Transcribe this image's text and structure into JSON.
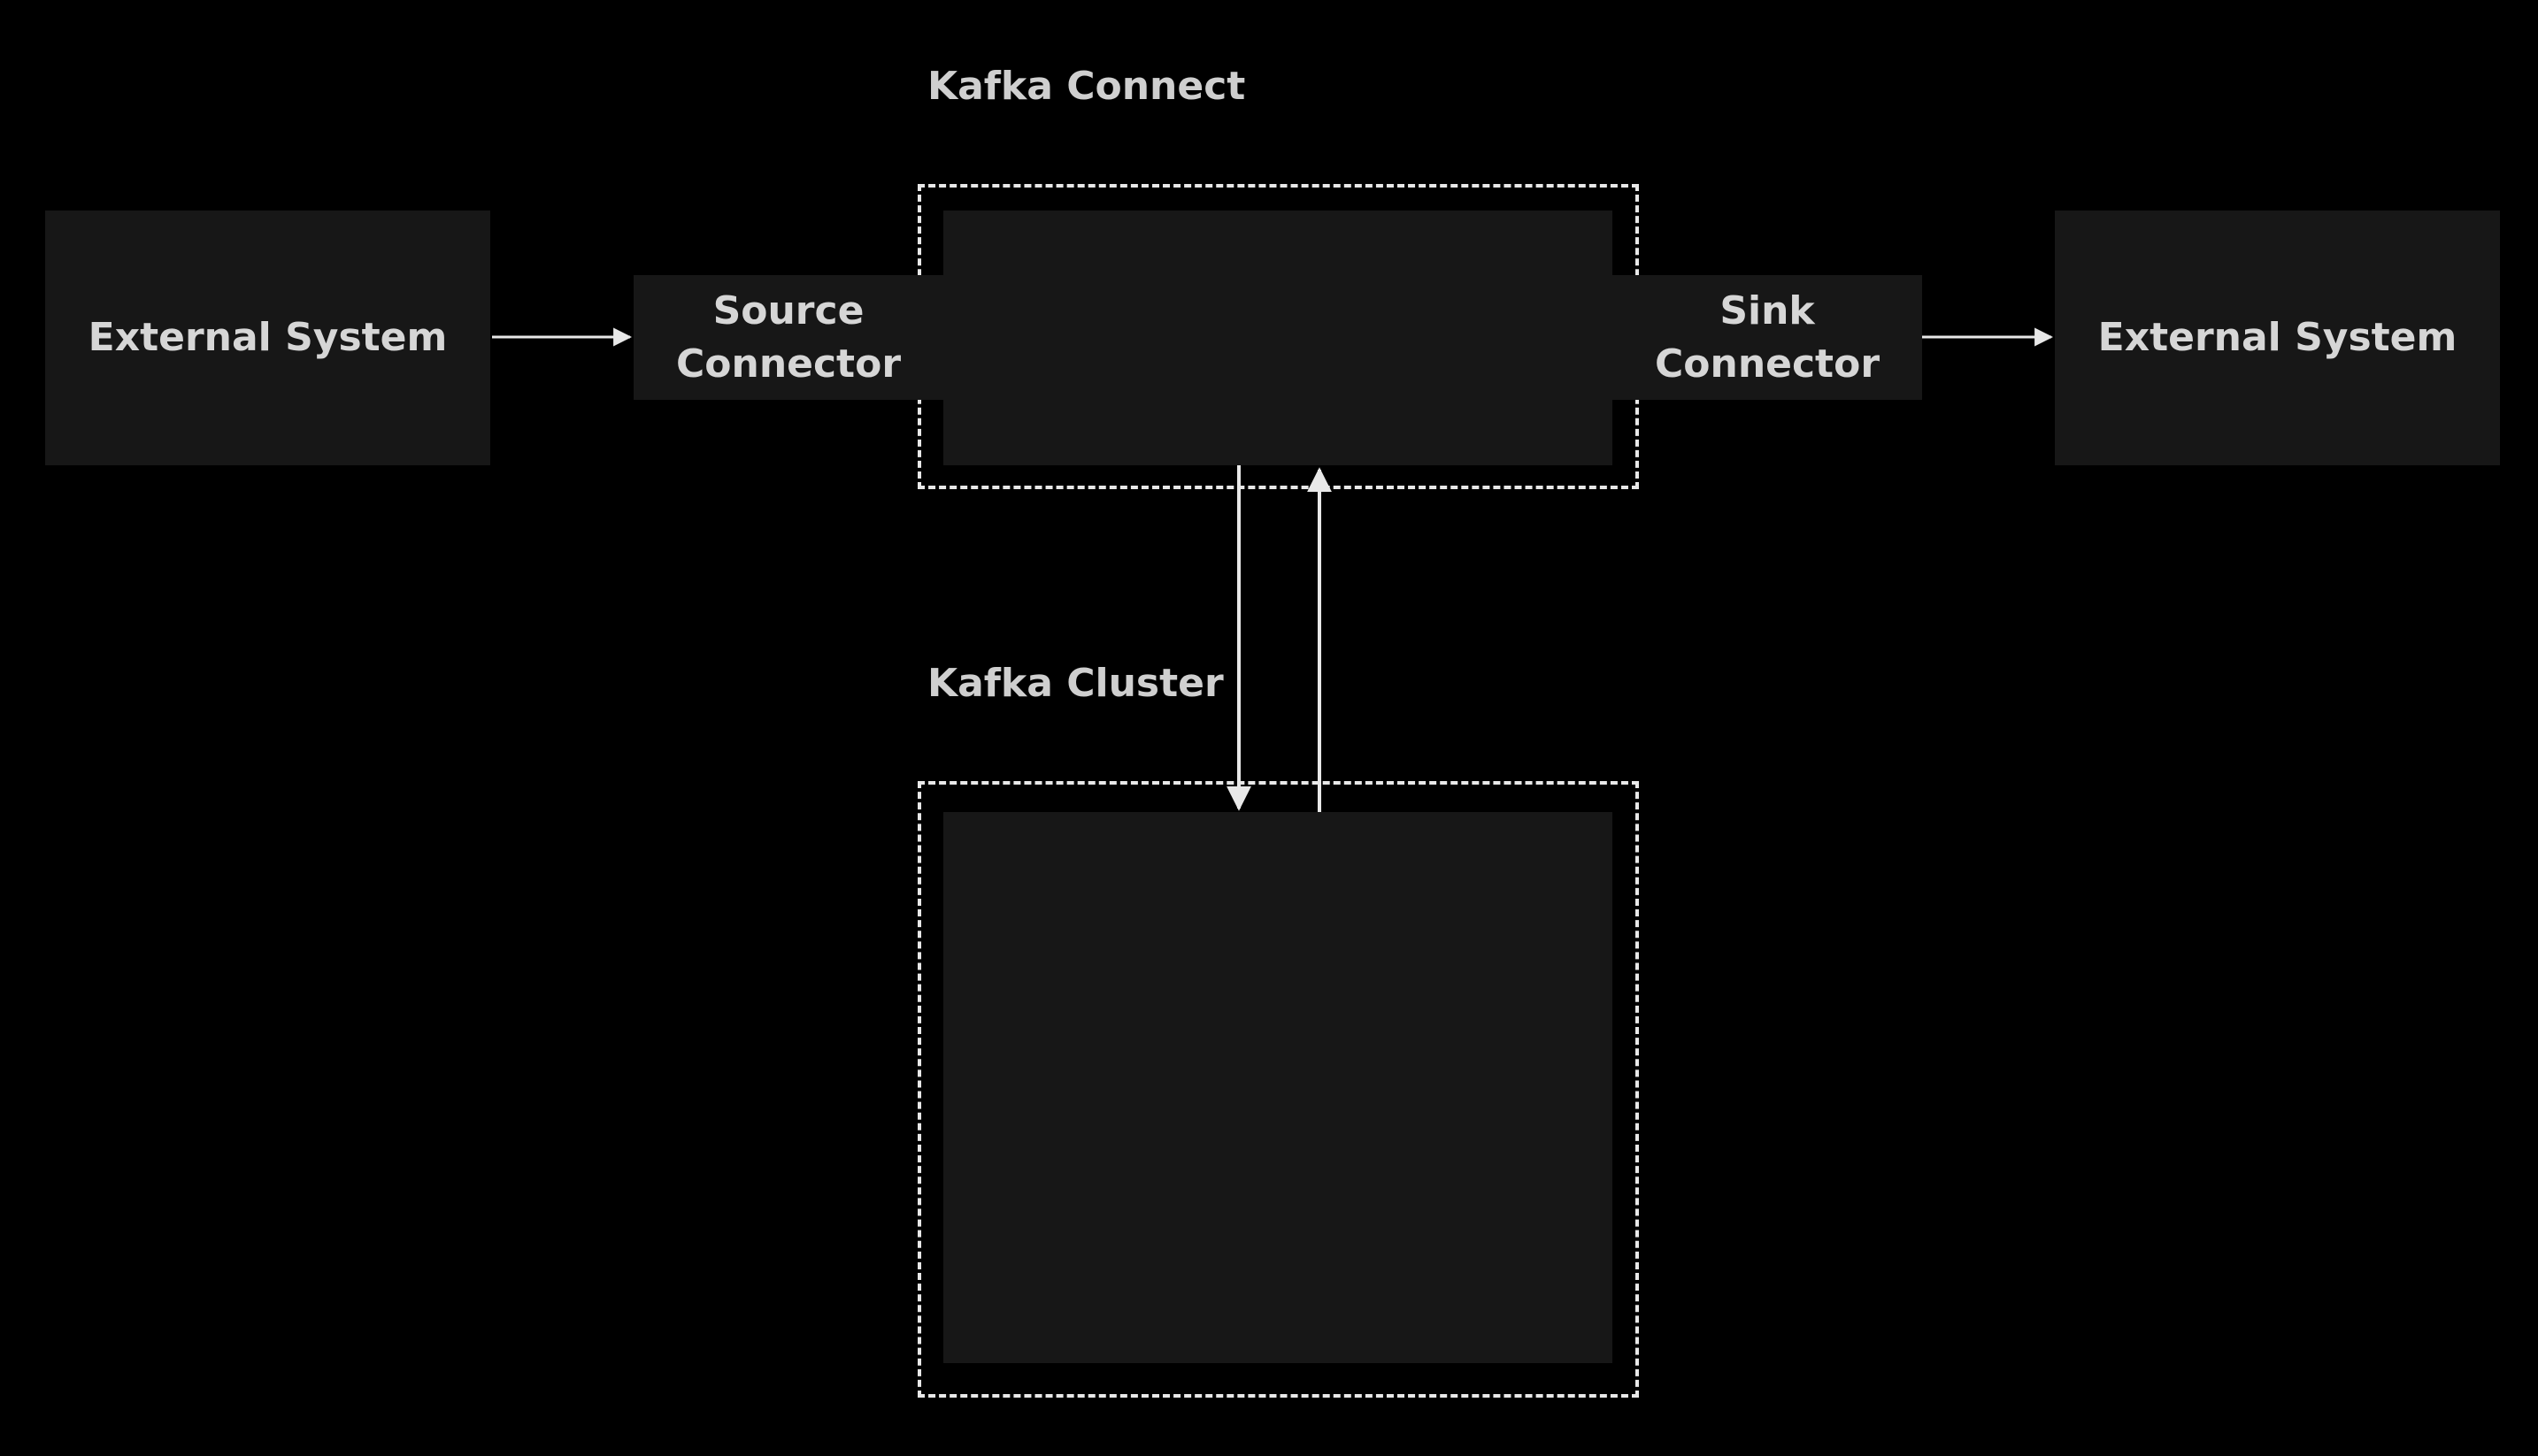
{
  "diagram": {
    "nodes": {
      "external_left": {
        "label": "External System"
      },
      "source_connector": {
        "line1": "Source",
        "line2": "Connector"
      },
      "sink_connector": {
        "line1": "Sink",
        "line2": "Connector"
      },
      "external_right": {
        "label": "External System"
      }
    },
    "groups": {
      "kafka_connect": {
        "label": "Kafka Connect"
      },
      "kafka_cluster": {
        "label": "Kafka Cluster"
      }
    },
    "edges": [
      {
        "from": "external_left",
        "to": "source_connector"
      },
      {
        "from": "sink_connector",
        "to": "external_right"
      },
      {
        "from": "kafka_connect",
        "to": "kafka_cluster"
      },
      {
        "from": "kafka_cluster",
        "to": "kafka_connect"
      }
    ],
    "colors": {
      "background": "#000000",
      "box_fill": "#171717",
      "text": "#d6d6d6",
      "line": "#e8e8e8"
    }
  }
}
